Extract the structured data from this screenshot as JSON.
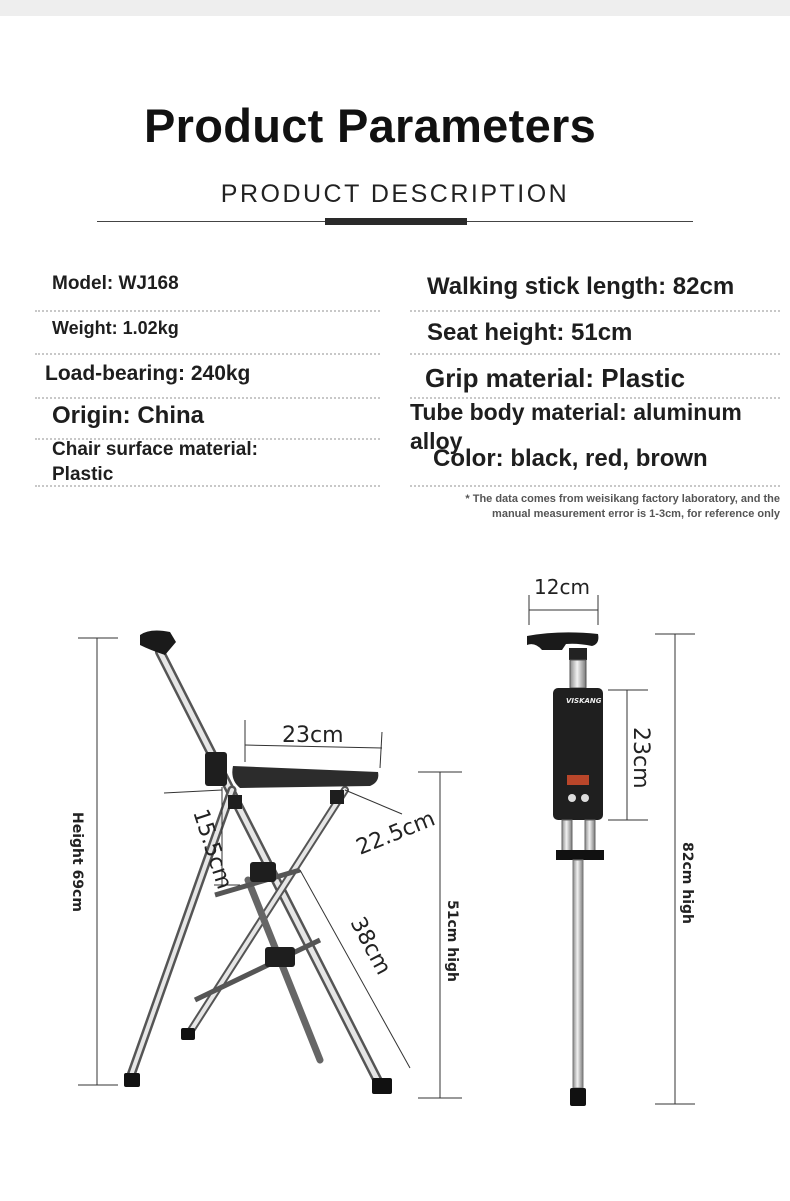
{
  "header": {
    "title": "Product Parameters",
    "subtitle": "PRODUCT DESCRIPTION"
  },
  "specs_left": {
    "model": "Model: WJ168",
    "weight": "Weight: 1.02kg",
    "load": "Load-bearing: 240kg",
    "origin": "Origin: China",
    "chair_line1": "Chair surface material:",
    "chair_line2": "Plastic"
  },
  "specs_right": {
    "stick_length": "Walking stick length: 82cm",
    "seat_height": "Seat height: 51cm",
    "grip": "Grip material: Plastic",
    "tube_line1": "Tube body material: aluminum",
    "tube_line2": "alloy",
    "color": "Color: black, red, brown"
  },
  "note": {
    "line1": "* The data comes from weisikang factory laboratory, and the",
    "line2": "manual measurement error is 1-3cm, for reference only"
  },
  "diagram": {
    "chair": {
      "height": "Height 69cm",
      "seat_width": "23cm",
      "seat_depth": "22.5cm",
      "upper_leg": "15.5cm",
      "leg": "38cm",
      "seat_height": "51cm high"
    },
    "cane": {
      "grip_width": "12cm",
      "body_length": "23cm",
      "total_height": "82cm high",
      "brand": "VISKANG"
    }
  }
}
